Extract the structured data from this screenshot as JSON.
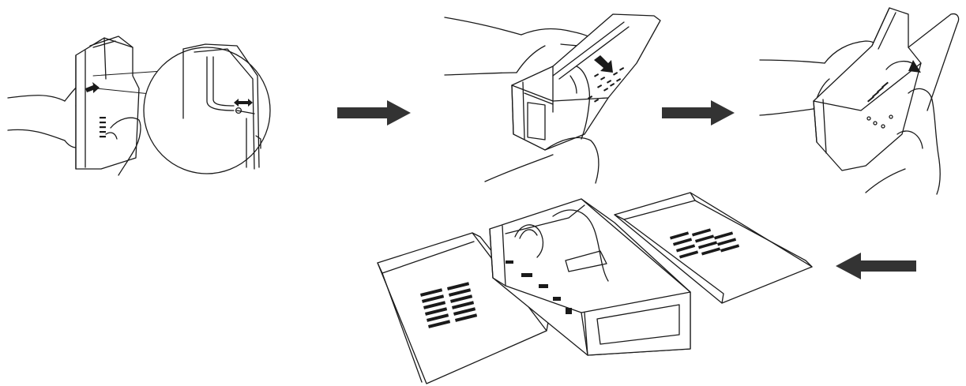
{
  "diagram": {
    "steps": [
      {
        "step": 1,
        "depicts": "hands-pressing-release-latch",
        "has_detail_callout": true
      },
      {
        "step": 2,
        "depicts": "hands-sliding-cover"
      },
      {
        "step": 3,
        "depicts": "hands-lifting-cover"
      },
      {
        "step": 4,
        "depicts": "drive-tray-with-side-covers-removed"
      }
    ],
    "flow_arrows": [
      {
        "from": 1,
        "to": 2,
        "direction": "right"
      },
      {
        "from": 2,
        "to": 3,
        "direction": "right"
      },
      {
        "from": 3,
        "to": 4,
        "direction": "left"
      }
    ],
    "colors": {
      "line": "#1a1a1a",
      "arrow": "#333333",
      "background": "#ffffff"
    }
  }
}
